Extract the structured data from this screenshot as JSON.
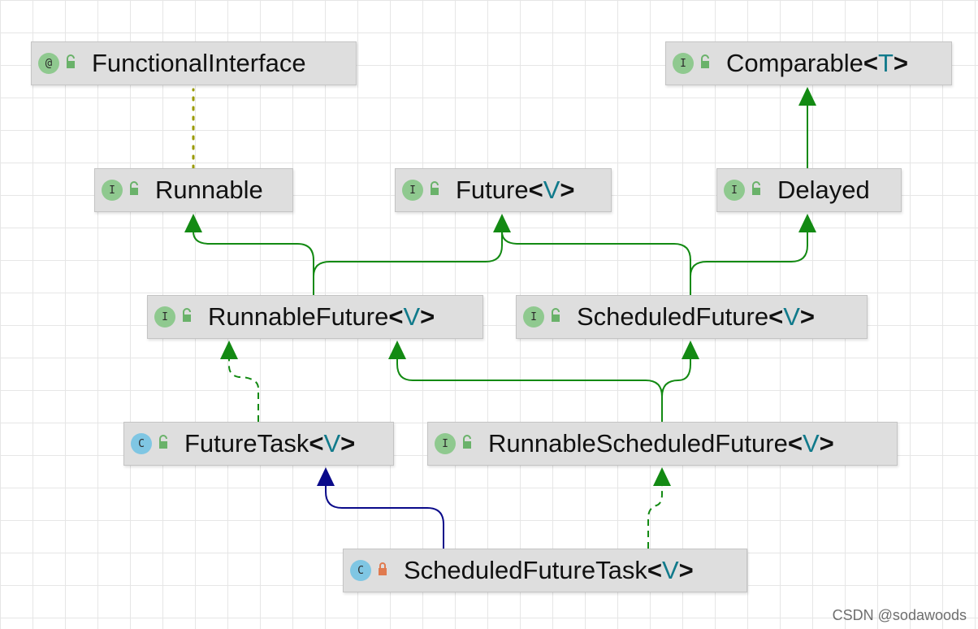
{
  "diagram": {
    "nodes": [
      {
        "id": "functional-interface",
        "name": "FunctionalInterface",
        "type_param": "",
        "kind": "annotation",
        "kind_glyph": "@",
        "access": "public"
      },
      {
        "id": "comparable",
        "name": "Comparable",
        "type_param": "T",
        "kind": "interface",
        "kind_glyph": "I",
        "access": "public"
      },
      {
        "id": "runnable",
        "name": "Runnable",
        "type_param": "",
        "kind": "interface",
        "kind_glyph": "I",
        "access": "public"
      },
      {
        "id": "future",
        "name": "Future",
        "type_param": "V",
        "kind": "interface",
        "kind_glyph": "I",
        "access": "public"
      },
      {
        "id": "delayed",
        "name": "Delayed",
        "type_param": "",
        "kind": "interface",
        "kind_glyph": "I",
        "access": "public"
      },
      {
        "id": "runnable-future",
        "name": "RunnableFuture",
        "type_param": "V",
        "kind": "interface",
        "kind_glyph": "I",
        "access": "public"
      },
      {
        "id": "scheduled-future",
        "name": "ScheduledFuture",
        "type_param": "V",
        "kind": "interface",
        "kind_glyph": "I",
        "access": "public"
      },
      {
        "id": "future-task",
        "name": "FutureTask",
        "type_param": "V",
        "kind": "class",
        "kind_glyph": "C",
        "access": "public"
      },
      {
        "id": "runnable-scheduled-future",
        "name": "RunnableScheduledFuture",
        "type_param": "V",
        "kind": "interface",
        "kind_glyph": "I",
        "access": "public"
      },
      {
        "id": "scheduled-future-task",
        "name": "ScheduledFutureTask",
        "type_param": "V",
        "kind": "class",
        "kind_glyph": "C",
        "access": "private"
      }
    ],
    "edges": [
      {
        "from": "runnable",
        "to": "functional-interface",
        "relation": "annotated-with"
      },
      {
        "from": "delayed",
        "to": "comparable",
        "relation": "extends"
      },
      {
        "from": "runnable-future",
        "to": "runnable",
        "relation": "extends"
      },
      {
        "from": "runnable-future",
        "to": "future",
        "relation": "extends"
      },
      {
        "from": "scheduled-future",
        "to": "future",
        "relation": "extends"
      },
      {
        "from": "scheduled-future",
        "to": "delayed",
        "relation": "extends"
      },
      {
        "from": "future-task",
        "to": "runnable-future",
        "relation": "implements"
      },
      {
        "from": "runnable-scheduled-future",
        "to": "runnable-future",
        "relation": "extends"
      },
      {
        "from": "runnable-scheduled-future",
        "to": "scheduled-future",
        "relation": "extends"
      },
      {
        "from": "scheduled-future-task",
        "to": "future-task",
        "relation": "class-extends"
      },
      {
        "from": "scheduled-future-task",
        "to": "runnable-scheduled-future",
        "relation": "implements"
      }
    ],
    "colors": {
      "extends": "#138a13",
      "implements": "#138a13",
      "annotated-with": "#9a9a00",
      "class-extends": "#0a0a8a",
      "interface_icon": "#8fc98f",
      "class_icon": "#7fc6e3",
      "public_lock": "#6ab26a",
      "private_lock": "#e07a4f",
      "type_param_text": "#117a8b"
    }
  },
  "watermark": "CSDN @sodawoods"
}
